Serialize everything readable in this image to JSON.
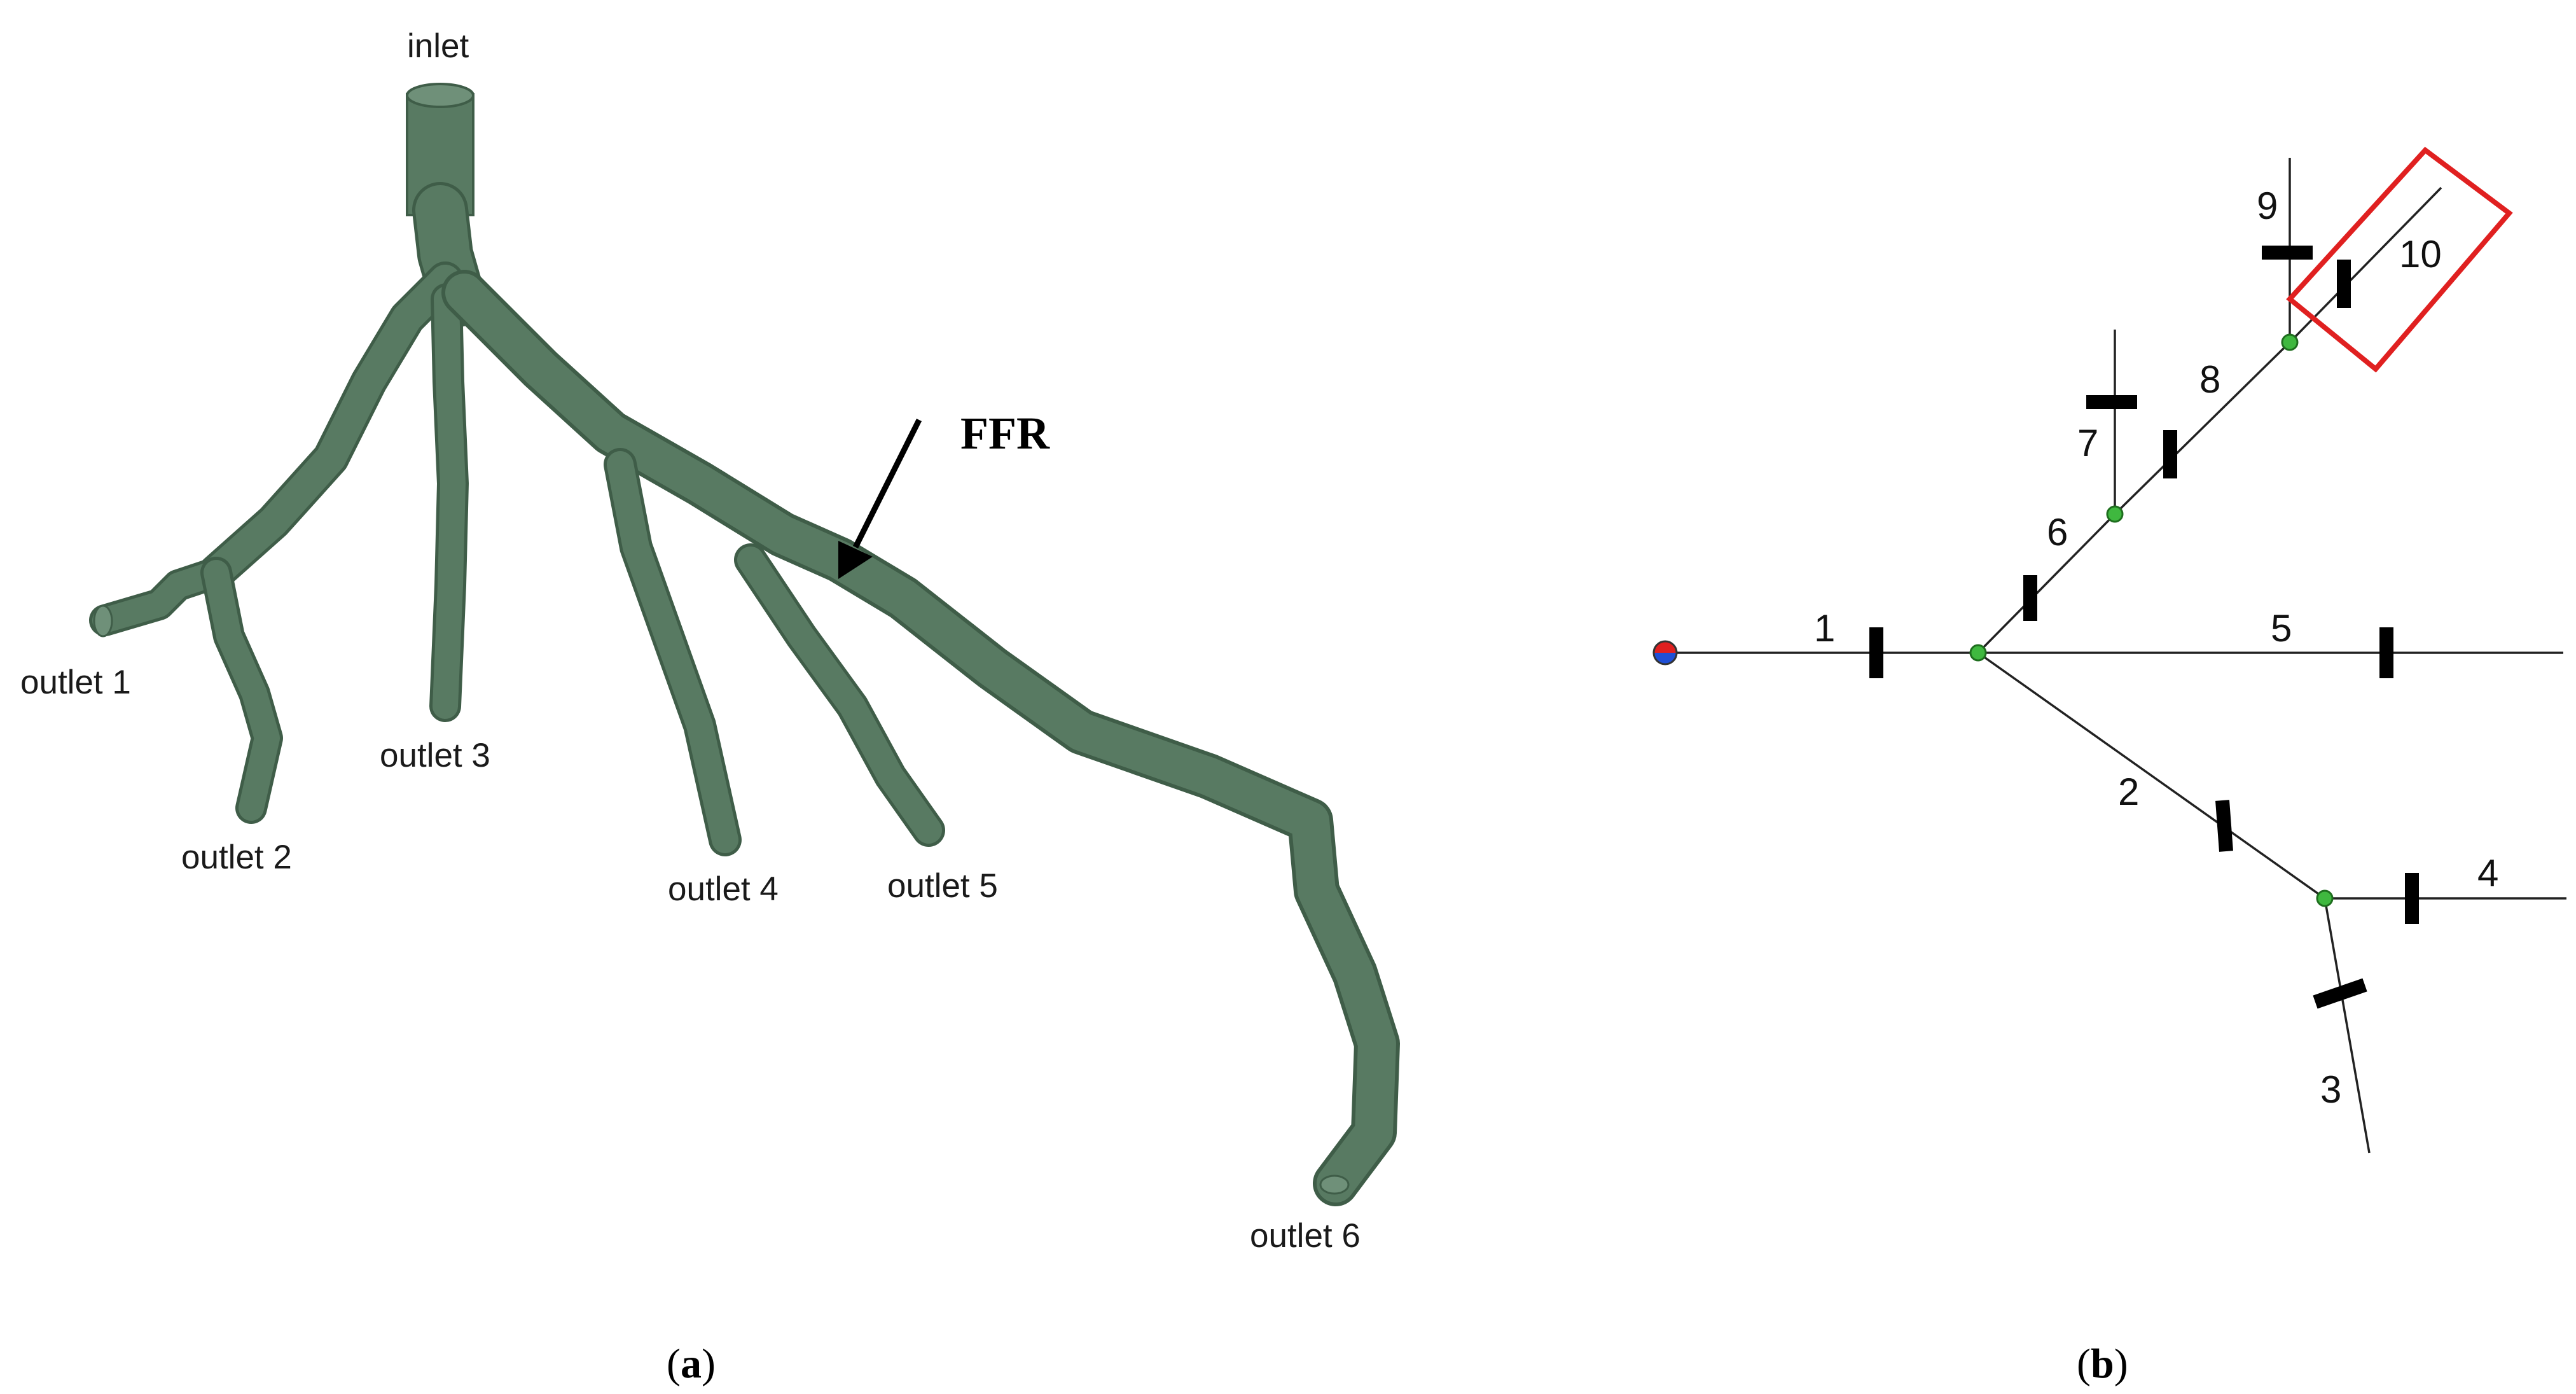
{
  "panel_a": {
    "caption_open": "(",
    "caption_letter": "a",
    "caption_close": ")",
    "labels": {
      "inlet": "inlet",
      "outlet_1": "outlet 1",
      "outlet_2": "outlet 2",
      "outlet_3": "outlet 3",
      "outlet_4": "outlet 4",
      "outlet_5": "outlet 5",
      "outlet_6": "outlet 6"
    },
    "annotation": "FFR",
    "vessel_color": "#587a62"
  },
  "panel_b": {
    "caption_open": "(",
    "caption_letter": "b",
    "caption_close": ")",
    "segments": [
      "1",
      "2",
      "3",
      "4",
      "5",
      "6",
      "7",
      "8",
      "9",
      "10"
    ],
    "highlight_color": "#e02020",
    "node_color": "#3fb83f",
    "inlet_marker_colors": [
      "#e02020",
      "#1f4fd6"
    ]
  }
}
